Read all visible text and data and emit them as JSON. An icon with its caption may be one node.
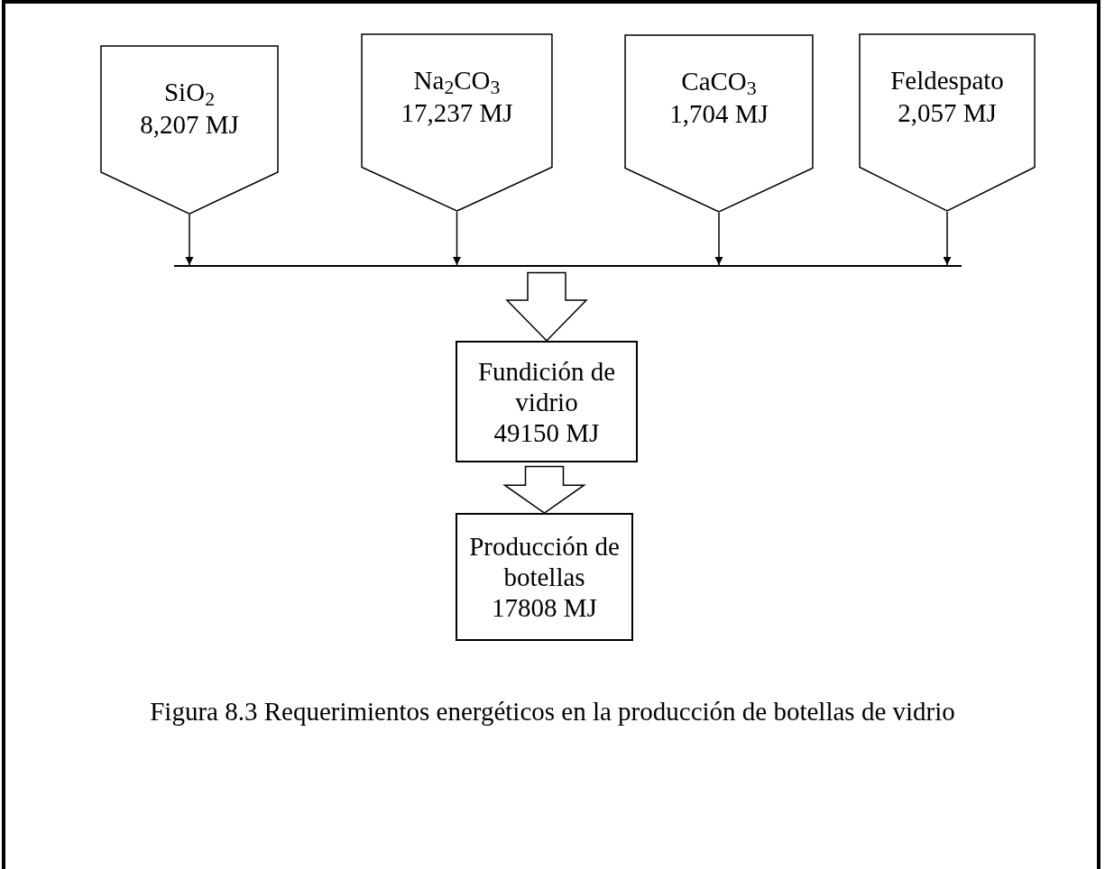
{
  "diagram": {
    "caption": "Figura 8.3 Requerimientos energéticos en la producción de botellas de vidrio",
    "nodes": [
      {
        "text": [
          "SiO$_{2}$",
          "8,207 MJ"
        ]
      },
      {
        "text": [
          "Na$_{2}$CO$_{3}$",
          "17,237 MJ"
        ]
      },
      {
        "text": [
          "CaCO$_{3}$",
          "1,704 MJ"
        ]
      },
      {
        "text": [
          "Feldespato",
          "2,057 MJ"
        ]
      },
      {
        "text": [],
        "shape": "bar"
      },
      {
        "text": [
          "Fundición de vidrio",
          "49150 MJ"
        ]
      },
      {
        "text": [
          "Producción de botellas",
          "17808 MJ"
        ]
      }
    ],
    "edges": [
      {
        "from": 0,
        "to": 4,
        "arrow": "to"
      },
      {
        "from": 1,
        "to": 4,
        "arrow": "to"
      },
      {
        "from": 2,
        "to": 4,
        "arrow": "to"
      },
      {
        "from": 3,
        "to": 4,
        "arrow": "to"
      },
      {
        "from": 4,
        "to": 5,
        "arrow": "to",
        "style": "thick"
      },
      {
        "from": 5,
        "to": 6,
        "arrow": "to",
        "style": "thick"
      }
    ]
  }
}
